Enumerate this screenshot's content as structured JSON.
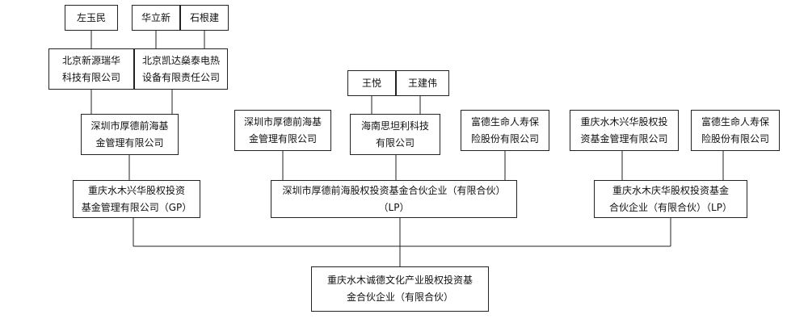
{
  "nodes": {
    "zuo_yumin": "左玉民",
    "hua_lixin": "华立新",
    "shi_genjian": "石根建",
    "beijing_xinyuan": "北京新源瑞华\n科技有限公司",
    "beijing_kaida": "北京凯达燊泰电热\n设备有限责任公司",
    "wang_yue": "王悦",
    "wang_jianwei": "王建伟",
    "shenzhen_houde_mgmt_left": "深圳市厚德前海基\n金管理有限公司",
    "shenzhen_houde_mgmt_mid": "深圳市厚德前海基\n金管理有限公司",
    "hainan_sitanli": "海南思坦利科技\n有限公司",
    "fude_life_mid": "富德生命人寿保\n险股份有限公司",
    "chongqing_xinghua_fund_mgmt": "重庆水木兴华股权投\n资基金管理有限公司",
    "fude_life_right": "富德生命人寿保\n险股份有限公司",
    "chongqing_xinghua_gp": "重庆水木兴华股权投资\n基金管理有限公司（GP）",
    "shenzhen_houde_lp": "深圳市厚德前海股权投资基金合伙企业（有限合伙）\n（LP）",
    "chongqing_qinghua_lp": "重庆水木庆华股权投资基金\n合伙企业（有限合伙）（LP）",
    "chongqing_chengde": "重庆水木诚德文化产业股权投资基\n金合伙企业（有限合伙）"
  },
  "colors": {
    "line": "#222222",
    "border": "#222222",
    "text": "#111111",
    "background": "#ffffff"
  }
}
